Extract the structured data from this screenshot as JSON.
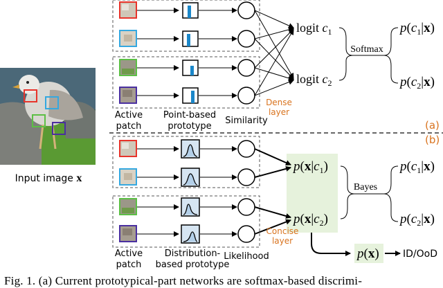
{
  "input_label": "Input image ",
  "input_var": "x",
  "section_a": "(a)",
  "section_b": "(b)",
  "col_labels_a": {
    "patch_1": "Active",
    "patch_2": "patch",
    "proto_1": "Point-based",
    "proto_2": "prototype",
    "similarity": "Similarity"
  },
  "col_labels_b": {
    "patch_1": "Active",
    "patch_2": "patch",
    "proto_1": "Distribution-",
    "proto_2": "based prototype",
    "likelihood": "Likelihood"
  },
  "dense_layer": [
    "Dense",
    "layer"
  ],
  "concise_layer": [
    "Concise",
    "layer"
  ],
  "logit_c1": "logit ",
  "logit_c2": "logit ",
  "softmax": "Softmax",
  "bayes": "Bayes",
  "idood": "ID/OoD",
  "caption": "Fig. 1.   (a) Current prototypical-part networks are softmax-based discrimi-",
  "colors": {
    "patch_red": "#e8332a",
    "patch_blue": "#34a8e0",
    "patch_green": "#5cbf45",
    "patch_purple": "#4a2fa0",
    "bar_blue": "#1b87c9",
    "proto_fill": "#d6e5f2",
    "highlight_green": "#e6f2dc",
    "orange": "#d9731e"
  }
}
